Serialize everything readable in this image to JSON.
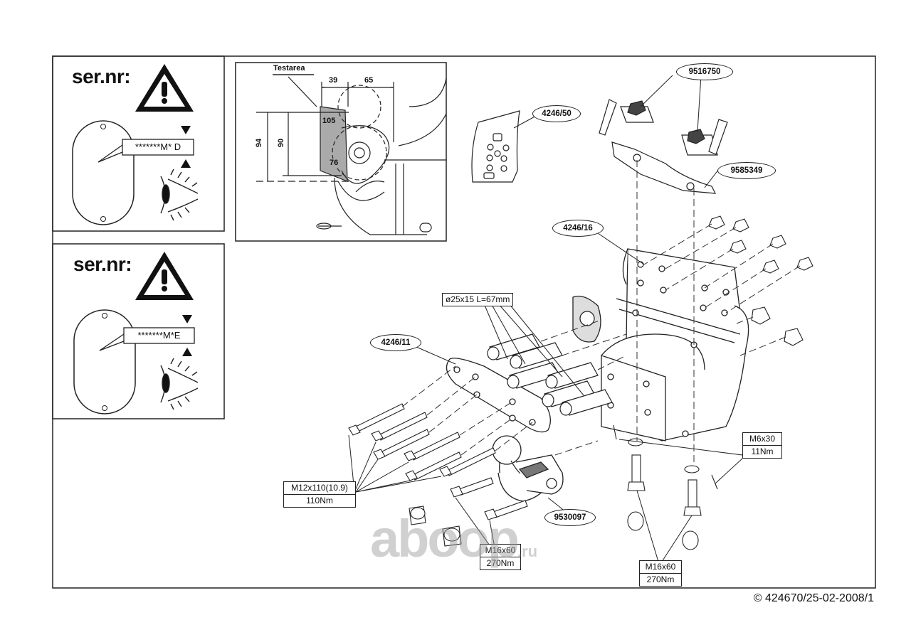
{
  "warning_top": {
    "label": "ser.nr:",
    "plate_code": "*******M* D"
  },
  "warning_bottom": {
    "label": "ser.nr:",
    "plate_code": "*******M*E"
  },
  "detail_view": {
    "title": "Testarea",
    "dims": {
      "d39": "39",
      "d65": "65",
      "d105": "105",
      "d94": "94",
      "d90": "90",
      "d76": "76"
    }
  },
  "parts": {
    "p9516750": "9516750",
    "p4246_50": "4246/50",
    "p9585349": "9585349",
    "p4246_16": "4246/16",
    "p4246_11": "4246/11",
    "p9530097": "9530097"
  },
  "spacer_spec": "ø25x15 L=67mm",
  "bolt_specs": {
    "m12": {
      "size": "M12x110(10.9)",
      "torque": "110Nm"
    },
    "m16_a": {
      "size": "M16x60",
      "torque": "270Nm"
    },
    "m16_b": {
      "size": "M16x60",
      "torque": "270Nm"
    },
    "m6": {
      "size": "M6x30",
      "torque": "11Nm"
    }
  },
  "footer_ref": "© 424670/25-02-2008/1",
  "watermark": {
    "main": "aboop",
    "suffix": ".ru"
  }
}
